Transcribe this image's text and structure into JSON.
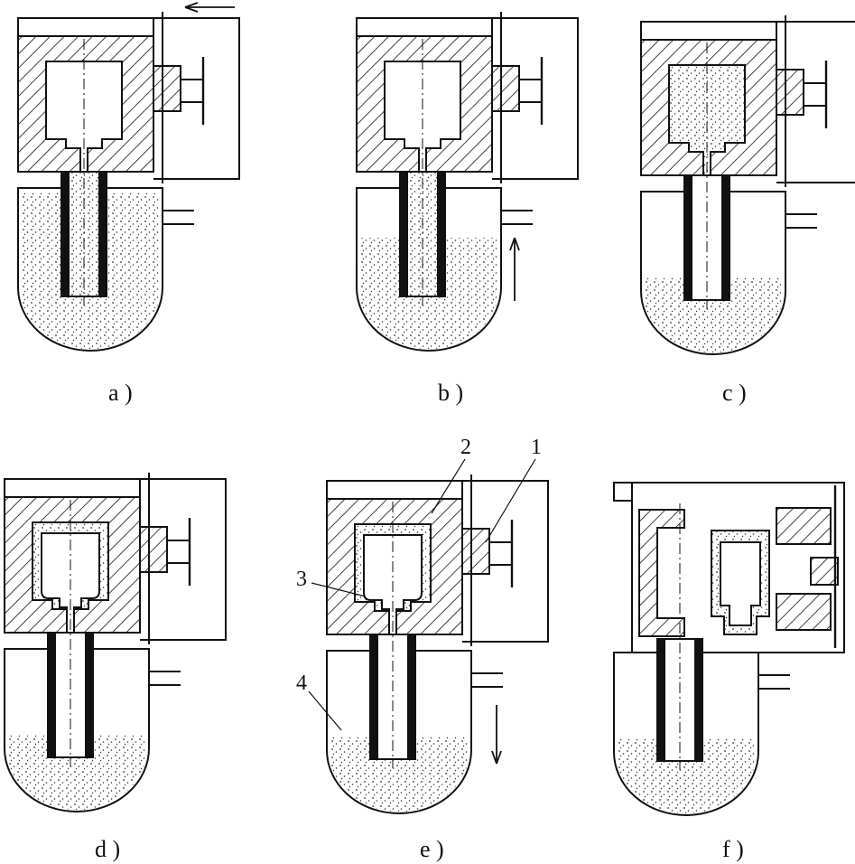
{
  "panels": [
    {
      "id": "a",
      "label": "a )",
      "fill": "full",
      "tube": "full",
      "arrow": "left",
      "cast": false,
      "open": false
    },
    {
      "id": "b",
      "label": "b )",
      "fill": "partial",
      "tube": "full",
      "arrow": "up",
      "cast": false,
      "open": false
    },
    {
      "id": "c",
      "label": "c )",
      "fill": "cavity",
      "tube": "empty",
      "arrow": "none",
      "cast": false,
      "open": false
    },
    {
      "id": "d",
      "label": "d )",
      "fill": "shell",
      "tube": "empty",
      "arrow": "none",
      "cast": true,
      "open": false
    },
    {
      "id": "e",
      "label": "e )",
      "fill": "shell",
      "tube": "empty",
      "arrow": "down",
      "cast": true,
      "open": false
    },
    {
      "id": "f",
      "label": "f )",
      "fill": "shell",
      "tube": "empty",
      "arrow": "none",
      "cast": true,
      "open": true
    }
  ],
  "callouts": [
    {
      "num": "1"
    },
    {
      "num": "2"
    },
    {
      "num": "3"
    },
    {
      "num": "4"
    }
  ],
  "colors": {
    "ink": "#111111",
    "paper": "#ffffff",
    "dots": "#333333"
  }
}
